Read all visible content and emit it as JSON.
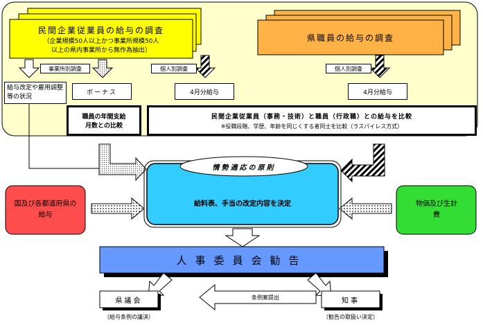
{
  "private_survey": {
    "title": "民間企業従業員の給与の調査",
    "subtitle_1": "（企業規模50人以上かつ事業所規模50人",
    "subtitle_2": "以上の県内事業所から無作為抽出）"
  },
  "pref_survey": {
    "title": "県職員の給与の調査"
  },
  "labels": {
    "establishment_survey": "事業所別調査",
    "individual_survey_left": "個人別調査",
    "individual_survey_right": "個人別調査"
  },
  "items": {
    "pay_revision": "給与改定や雇用調整等の状況",
    "bonus": "ボーナス",
    "april_pay_left": "4月分給与",
    "april_pay_right": "4月分給与"
  },
  "comparison": {
    "annual_line1": "職員の年間支給",
    "annual_line2": "月数との比較",
    "main_line1": "民間企業従業員（事務・技術）と職員（行政職）との給与を比較",
    "main_line2": "※役職段階、学歴、年齢を同じくする者同士を比較（ラスパイレス方式）"
  },
  "principle": {
    "title": "情勢適応の原則"
  },
  "decision": {
    "text": "給料表、手当の改定内容を決定"
  },
  "side": {
    "national": "国及び各都道府県の給与",
    "prices": "物価及び生計費"
  },
  "recommendation": {
    "text": "人事委員会勧告"
  },
  "bottom": {
    "assembly": "県議会",
    "assembly_note": "（給与条例の議決）",
    "governor": "知事",
    "governor_note": "（勧告の取扱い決定）",
    "bill_submission": "条例案提出"
  },
  "colors": {
    "top_panel": "#ffffcc",
    "private_yellow": "#ffff00",
    "pref_orange": "#ffb347",
    "cyan": "#33ccff",
    "red": "#ff4d4d",
    "green": "#33dd33",
    "blue": "#6699ff"
  }
}
